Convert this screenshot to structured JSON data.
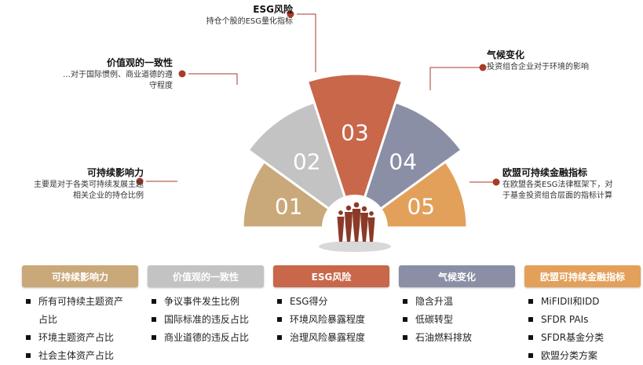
{
  "segments": [
    {
      "number": "01",
      "title": "可持续影响力",
      "desc": [
        "主要是对于各类可持续发展主题",
        "相关企业的持仓比例"
      ],
      "color": "#c9a87a",
      "items": [
        "所有可持续主题资产",
        "占比",
        "环境主题资产占比",
        "社会主体资产占比"
      ]
    },
    {
      "number": "02",
      "title": "价值观的一致性",
      "desc": [
        "…对于国际惯例、商业道德的遵",
        "守程度"
      ],
      "color": "#c3c3c3",
      "items": [
        "争议事件发生比例",
        "国际标准的违反占比",
        "商业道德的违反占比"
      ]
    },
    {
      "number": "03",
      "title": "ESG风险",
      "desc": [
        "持仓个股的ESG量化指标"
      ],
      "color": "#c9674a",
      "items": [
        "ESG得分",
        "环境风险暴露程度",
        "治理风险暴露程度"
      ]
    },
    {
      "number": "04",
      "title": "气候变化",
      "desc": [
        "投资组合企业对于环境的影响"
      ],
      "color": "#8a8fa6",
      "items": [
        "隐含升温",
        "低碳转型",
        "石油燃料排放"
      ]
    },
    {
      "number": "05",
      "title": "欧盟可持续金融指标",
      "desc": [
        "在欧盟各类ESG法律框架下，对",
        "于基金投资组合层面的指标计算"
      ],
      "color": "#e3a05a",
      "items": [
        "MiFIDII和IDD",
        "SFDR PAIs",
        "SFDR基金分类",
        "欧盟分类方案"
      ]
    }
  ],
  "colors": {
    "connector": "#a93a28",
    "center_people": "#8b3a28"
  }
}
